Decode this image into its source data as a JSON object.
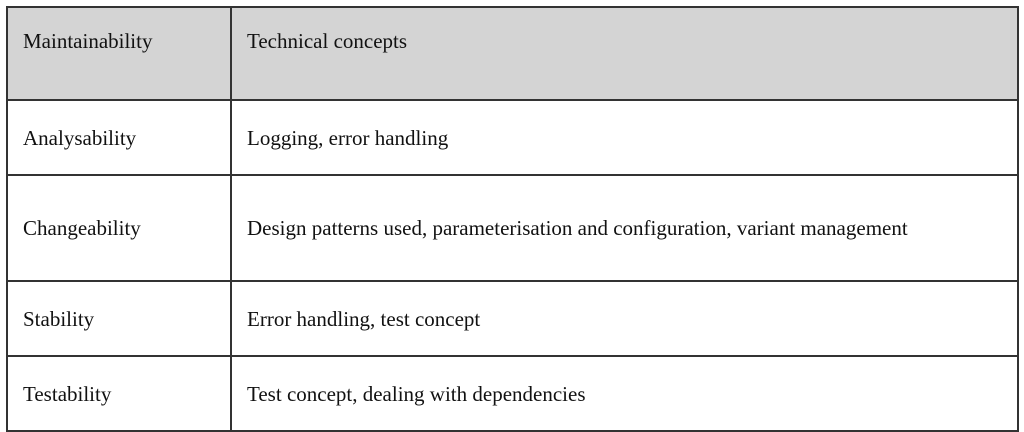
{
  "table": {
    "headers": [
      "Maintainability",
      "Technical concepts"
    ],
    "rows": [
      {
        "quality": "Analysability",
        "concepts": "Logging, error handling"
      },
      {
        "quality": "Changeability",
        "concepts": "Design patterns used, parameterisation and configuration, variant management"
      },
      {
        "quality": "Stability",
        "concepts": "Error handling, test concept"
      },
      {
        "quality": "Testability",
        "concepts": "Test concept, dealing with dependencies"
      }
    ]
  },
  "colors": {
    "header_bg": "#d4d4d4",
    "border": "#333333",
    "text": "#111111"
  }
}
